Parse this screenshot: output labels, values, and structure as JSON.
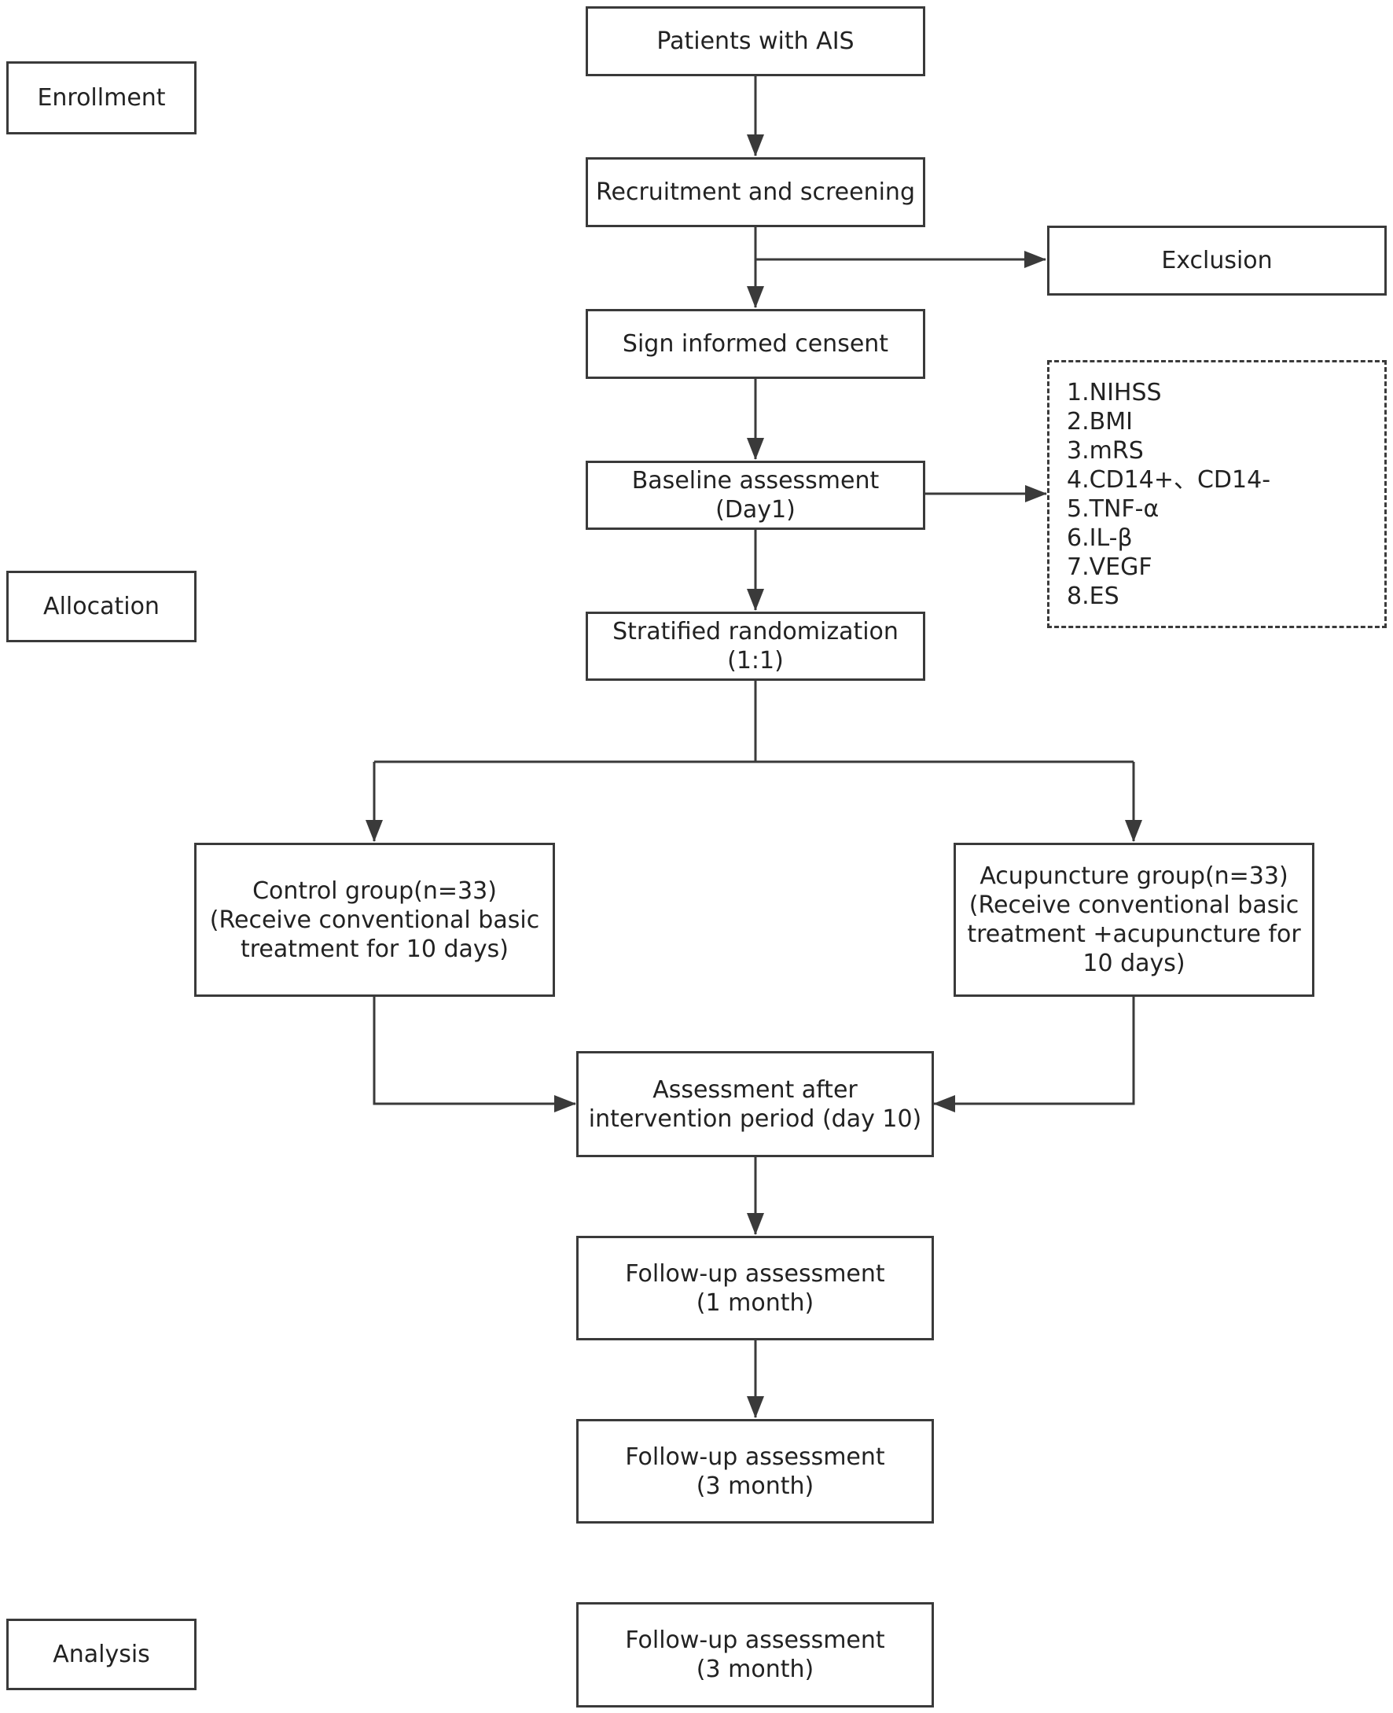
{
  "stages": {
    "enrollment": "Enrollment",
    "allocation": "Allocation",
    "analysis": "Analysis"
  },
  "boxes": {
    "patients": [
      "Patients with AIS"
    ],
    "recruitment": [
      "Recruitment and screening"
    ],
    "exclusion": [
      "Exclusion"
    ],
    "consent": [
      "Sign informed censent"
    ],
    "baseline": [
      "Baseline assessment",
      "(Day1)"
    ],
    "randomization": [
      "Stratified randomization",
      "(1:1)"
    ],
    "control": [
      "Control group(n=33)",
      "(Receive conventional basic",
      "treatment for 10 days)"
    ],
    "acupuncture": [
      "Acupuncture group(n=33)",
      "(Receive conventional basic",
      "treatment +acupuncture for",
      "10 days)"
    ],
    "post_intervention": [
      "Assessment after",
      "intervention period (day 10)"
    ],
    "followup_1m": [
      "Follow-up assessment",
      "(1 month)"
    ],
    "followup_3m": [
      "Follow-up assessment",
      "(3 month)"
    ],
    "analysis_3m": [
      "Follow-up assessment",
      "(3 month)"
    ]
  },
  "outcome_measures": [
    "1.NIHSS",
    "2.BMI",
    "3.mRS",
    "4.CD14+、CD14-",
    "5.TNF-α",
    "6.IL-β",
    "7.VEGF",
    "8.ES"
  ]
}
